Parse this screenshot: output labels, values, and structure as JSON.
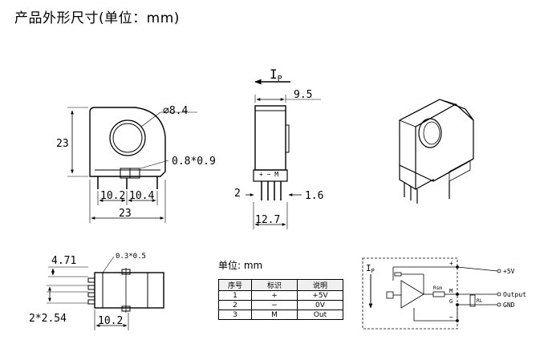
{
  "title": "产品外形尺寸(单位：mm)",
  "front_view": {
    "hole_dim": "⌀8.4",
    "height_dim": "23",
    "pin_dim": "0.8*0.9",
    "pitch_left": "10.2",
    "pitch_right": "10.4",
    "width_dim": "23"
  },
  "side_view": {
    "current_label": "I",
    "current_sub": "P",
    "thickness_dim": "9.5",
    "pin_marks": "+ − M",
    "dim_left": "2",
    "dim_right": "1.6",
    "dim_bottom": "12.7"
  },
  "bottom_view": {
    "dim_top": "4.71",
    "pin_size": "0.3*0.5",
    "dim_pitch": "2*2.54",
    "dim_width": "10.2"
  },
  "pin_table": {
    "unit_label": "单位: mm",
    "headers": [
      "序号",
      "标识",
      "说明"
    ],
    "rows": [
      [
        "1",
        "+",
        "+5V"
      ],
      [
        "2",
        "−",
        "0V"
      ],
      [
        "3",
        "M",
        "Out"
      ]
    ]
  },
  "schematic": {
    "ip_label": "I",
    "ip_sub": "P",
    "plus": "+",
    "rsm": "Rsm",
    "m": "M",
    "g": "G",
    "rl": "RL",
    "minus": "−",
    "out_5v": "+5V",
    "out_output": "Output",
    "out_gnd": "GND"
  }
}
